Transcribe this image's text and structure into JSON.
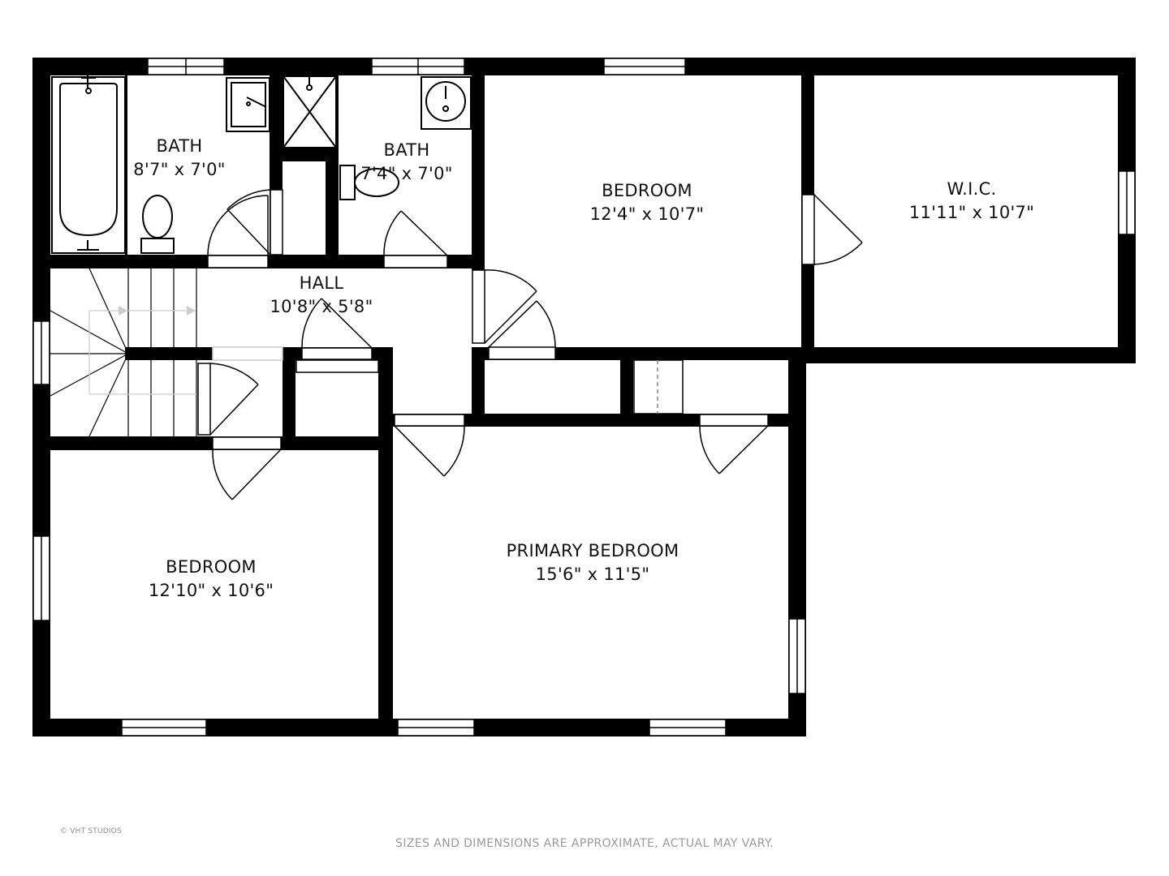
{
  "rooms": {
    "bath_left": {
      "name": "BATH",
      "dims": "8'7\" x 7'0\""
    },
    "bath_right": {
      "name": "BATH",
      "dims": "7'4\" x 7'0\""
    },
    "bedroom_ne": {
      "name": "BEDROOM",
      "dims": "12'4\" x 10'7\""
    },
    "wic": {
      "name": "W.I.C.",
      "dims": "11'11\" x 10'7\""
    },
    "hall": {
      "name": "HALL",
      "dims": "10'8\" x 5'8\""
    },
    "bedroom_sw": {
      "name": "BEDROOM",
      "dims": "12'10\" x 10'6\""
    },
    "primary_bedroom": {
      "name": "PRIMARY BEDROOM",
      "dims": "15'6\" x 11'5\""
    }
  },
  "footer": {
    "copyright": "© VHT STUDIOS",
    "disclaimer": "SIZES AND DIMENSIONS ARE APPROXIMATE, ACTUAL MAY VARY."
  },
  "colors": {
    "wall": "#000000",
    "fixture": "#222222",
    "background": "#ffffff",
    "stair_arrow": "#cccccc"
  }
}
